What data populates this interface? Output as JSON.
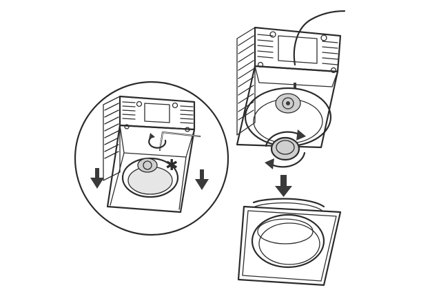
{
  "diagram": {
    "annotation_symbol": "✱",
    "colors": {
      "line": "#2b2b2b",
      "fill_grey": "#cfcfcf",
      "fill_light": "#e6e6e6",
      "background": "#ffffff"
    },
    "icons": [
      "housing-fixture",
      "power-cable",
      "hex-key-tool",
      "rotate-arrow",
      "down-arrow",
      "lamp-module",
      "trim-frame"
    ]
  }
}
